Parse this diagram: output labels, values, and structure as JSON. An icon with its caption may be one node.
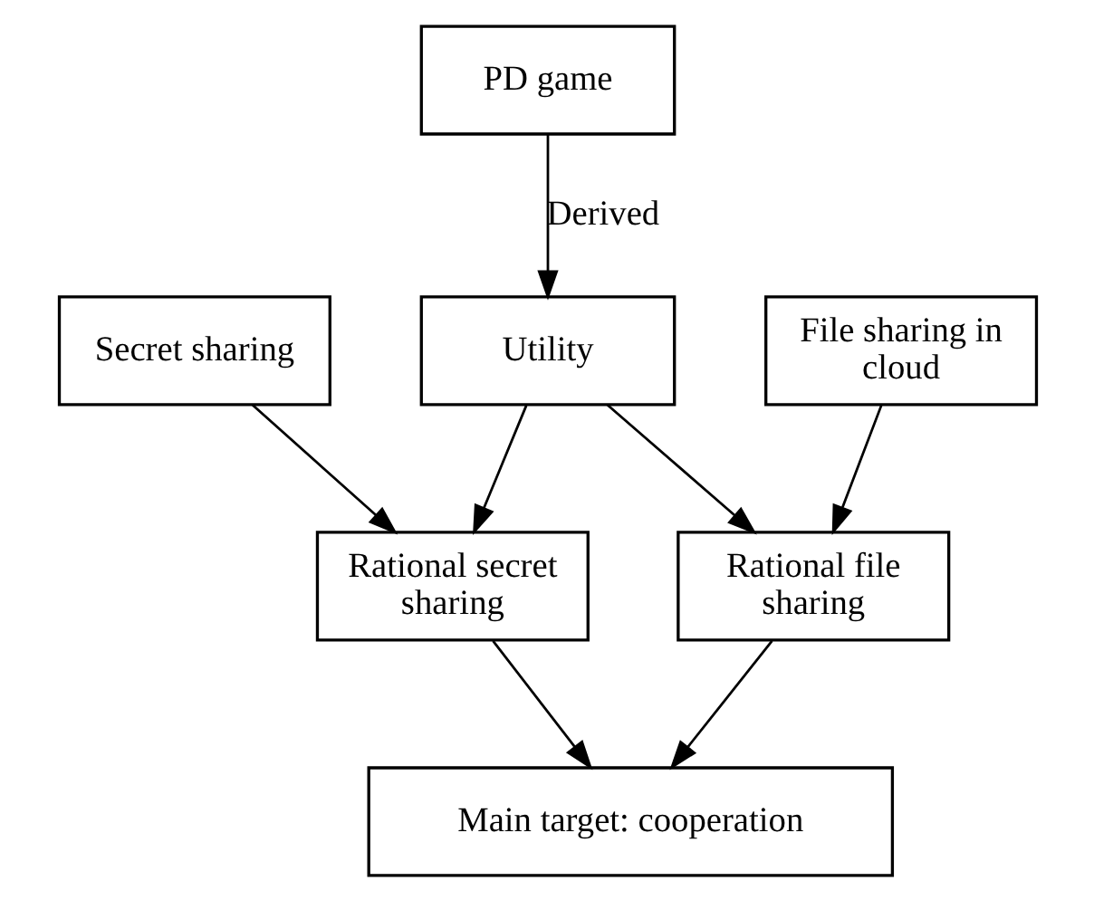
{
  "diagram": {
    "nodes": [
      {
        "text": [
          "PD game"
        ]
      },
      {
        "text": [
          "Secret sharing"
        ]
      },
      {
        "text": [
          "Utility"
        ]
      },
      {
        "text": [
          "File sharing in cloud"
        ]
      },
      {
        "text": [
          "Rational secret sharing"
        ]
      },
      {
        "text": [
          "Rational file sharing"
        ]
      },
      {
        "text": [
          "Main target: cooperation"
        ]
      }
    ],
    "edges": [
      {
        "from": 0,
        "to": 2,
        "arrow": "to",
        "label": "Derived"
      },
      {
        "from": 1,
        "to": 4,
        "arrow": "to"
      },
      {
        "from": 2,
        "to": 4,
        "arrow": "to"
      },
      {
        "from": 2,
        "to": 5,
        "arrow": "to"
      },
      {
        "from": 3,
        "to": 5,
        "arrow": "to"
      },
      {
        "from": 4,
        "to": 6,
        "arrow": "to"
      },
      {
        "from": 5,
        "to": 6,
        "arrow": "to"
      }
    ]
  }
}
